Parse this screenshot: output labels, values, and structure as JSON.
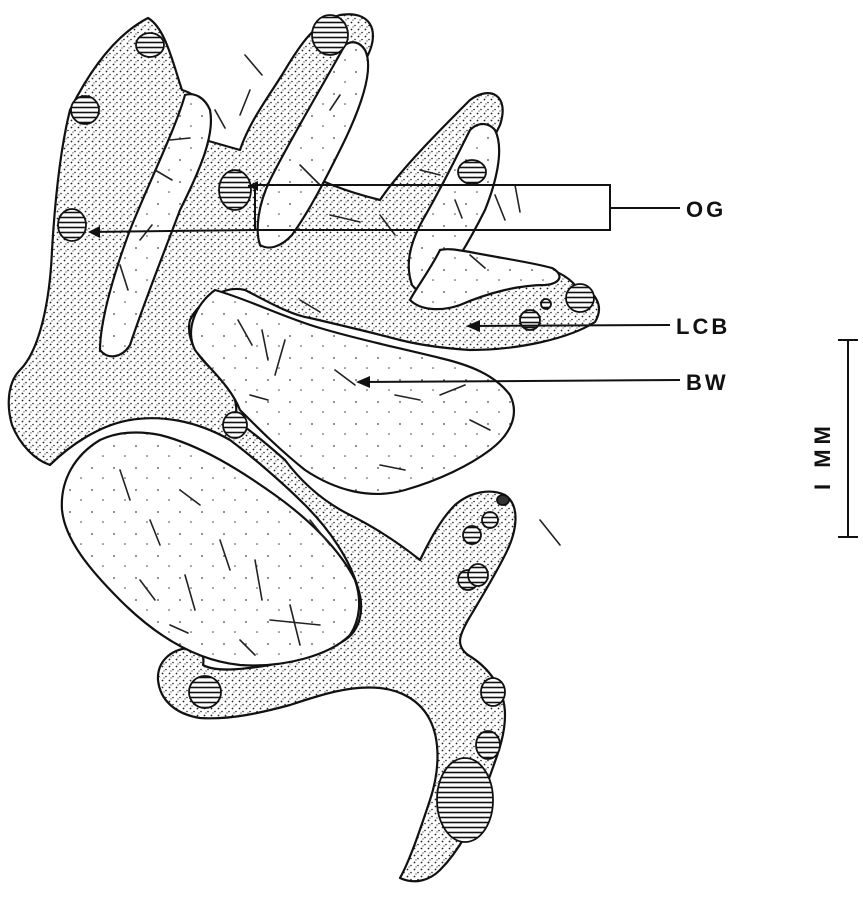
{
  "labels": {
    "og": "OG",
    "lcb": "LCB",
    "bw": "BW"
  },
  "scale_bar": {
    "label": "I MM"
  }
}
